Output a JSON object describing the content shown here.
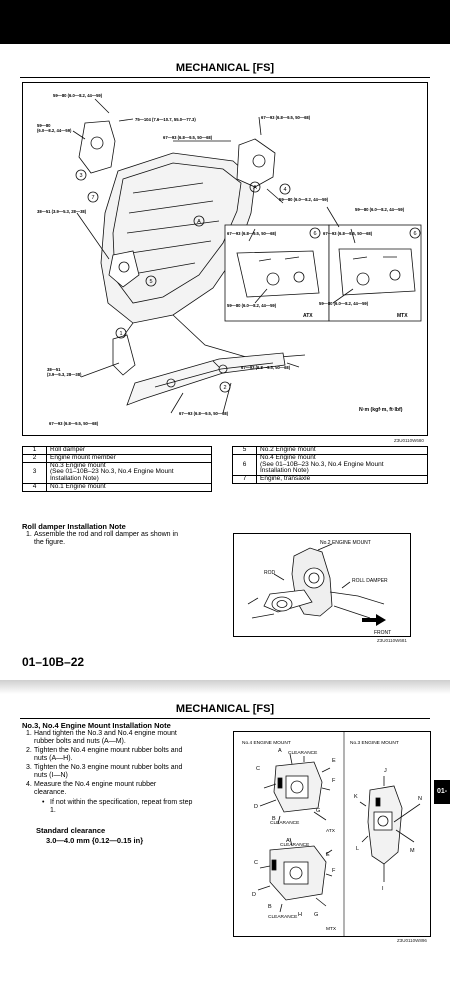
{
  "page1": {
    "section_title": "MECHANICAL [FS]",
    "figure": {
      "units": "N·m (kgf·m, ft·lbf)",
      "code": "Z3U0110W680",
      "torques": [
        "59—80 (6.0—8.2, 44—59)",
        "75—104 (7.6—10.7, 55.0—77.3)",
        "67—93 (6.8—9.5, 50—68)",
        "59—80\n(6.0—8.2, 44—59)",
        "67—93 (6.8—9.5, 50—68)",
        "59—80 (6.0—8.2, 44—59)",
        "38—51 (3.9—5.3, 28—38)",
        "59—80 (6.0—8.2, 44—59)",
        "67—93 (6.8—9.5, 50—68)",
        "67—93 (6.8—9.5, 50—68)",
        "59—80 (6.0—8.2, 44—59)",
        "59—80 (6.0—8.2, 44—59)",
        "67—93 (6.8—9.5, 50—68)",
        "38—51\n(3.9—5.3, 28—38)",
        "67—93 (6.8—9.5, 50—68)",
        "67—93 (6.8—9.5, 50—68)"
      ],
      "atx": "ATX",
      "mtx": "MTX",
      "callouts": [
        "1",
        "2",
        "3",
        "4",
        "5",
        "6",
        "6",
        "7"
      ],
      "view_a": "A"
    },
    "table_left": [
      {
        "num": "1",
        "text": "Roll damper"
      },
      {
        "num": "2",
        "text": "Engine mount member"
      },
      {
        "num": "3",
        "text": "No.3 Engine mount\n(See 01–10B–23 No.3, No.4 Engine Mount\nInstallation Note)"
      },
      {
        "num": "4",
        "text": "No.1 Engine mount"
      }
    ],
    "table_right": [
      {
        "num": "5",
        "text": "No.2 Engine mount"
      },
      {
        "num": "6",
        "text": "No.4 Engine mount\n(See 01–10B–23 No.3, No.4 Engine Mount\nInstallation Note)"
      },
      {
        "num": "7",
        "text": "Engine, transaxle"
      }
    ],
    "roll_damper_note": {
      "heading": "Roll damper Installation Note",
      "steps": [
        {
          "n": "1.",
          "text": "Assemble the rod and roll damper as shown in\nthe figure."
        }
      ]
    },
    "figure2": {
      "no2_label": "No.2 ENGINE MOUNT",
      "rod": "ROD",
      "roll_damper": "ROLL DAMPER",
      "front": "FRONT",
      "code": "Z3U0110W681"
    },
    "page_number": "01–10B–22"
  },
  "page2": {
    "section_title": "MECHANICAL [FS]",
    "side_tab": "01-",
    "heading": "No.3, No.4 Engine Mount Installation Note",
    "steps": [
      {
        "n": "1.",
        "text": "Hand tighten the No.3 and No.4 engine mount\nrubber bolts and nuts (A—M)."
      },
      {
        "n": "2.",
        "text": "Tighten the No.4 engine mount rubber bolts and\nnuts (A—H)."
      },
      {
        "n": "3.",
        "text": "Tighten the No.3 engine mount rubber bolts and\nnuts (I—N)"
      },
      {
        "n": "4.",
        "text": "Measure the No.4 engine mount rubber\nclearance."
      }
    ],
    "bullet": "If not within the specification, repeat from step\n1.",
    "spec_heading": "Standard clearance",
    "spec_value": "3.0—4.0 mm {0.12—0.15 in}",
    "figure": {
      "no4": "No.4 ENGINE MOUNT",
      "no3": "No.3 ENGINE MOUNT",
      "clearance": "CLEARANCE",
      "atx": "ATX",
      "mtx": "MTX",
      "code": "Z3U0110W896",
      "letters_atx": [
        "A",
        "B",
        "C",
        "D",
        "E",
        "F",
        "G"
      ],
      "letters_mtx": [
        "A",
        "B",
        "C",
        "D",
        "E",
        "F",
        "G",
        "H"
      ],
      "letters_no3": [
        "I",
        "J",
        "K",
        "L",
        "M",
        "N"
      ]
    }
  }
}
